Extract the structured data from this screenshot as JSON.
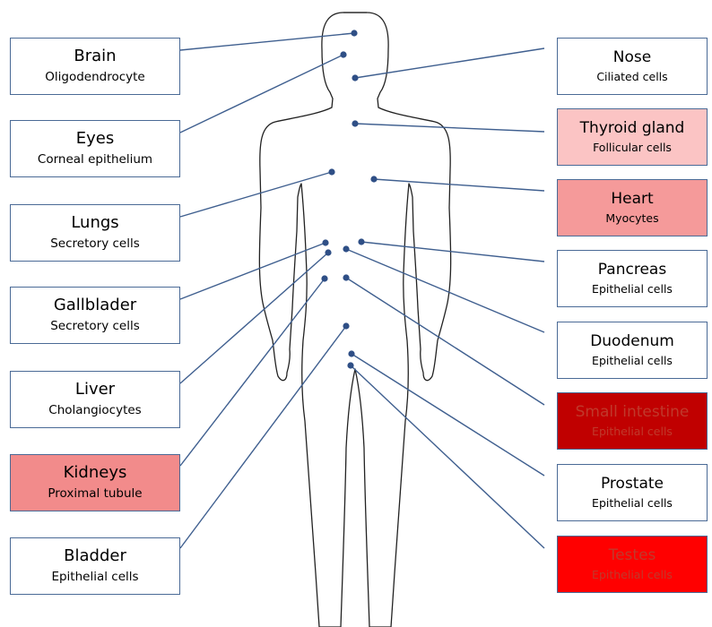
{
  "colors": {
    "line": "#3f5f8f",
    "dot": "#2f4f86",
    "body_outline": "#222222"
  },
  "left_labels": [
    {
      "organ": "Brain",
      "cell_type": "Oligodendrocyte",
      "fill": "#ffffff",
      "text_color": "#000000"
    },
    {
      "organ": "Eyes",
      "cell_type": "Corneal epithelium",
      "fill": "#ffffff",
      "text_color": "#000000"
    },
    {
      "organ": "Lungs",
      "cell_type": "Secretory cells",
      "fill": "#ffffff",
      "text_color": "#000000"
    },
    {
      "organ": "Gallblader",
      "cell_type": "Secretory cells",
      "fill": "#ffffff",
      "text_color": "#000000"
    },
    {
      "organ": "Liver",
      "cell_type": "Cholangiocytes",
      "fill": "#ffffff",
      "text_color": "#000000"
    },
    {
      "organ": "Kidneys",
      "cell_type": "Proximal tubule",
      "fill": "#f28b8b",
      "text_color": "#000000"
    },
    {
      "organ": "Bladder",
      "cell_type": "Epithelial cells",
      "fill": "#ffffff",
      "text_color": "#000000"
    }
  ],
  "right_labels": [
    {
      "organ": "Nose",
      "cell_type": "Ciliated cells",
      "fill": "#ffffff",
      "text_color": "#000000"
    },
    {
      "organ": "Thyroid gland",
      "cell_type": "Follicular cells",
      "fill": "#fbc4c4",
      "text_color": "#000000"
    },
    {
      "organ": "Heart",
      "cell_type": "Myocytes",
      "fill": "#f59a9a",
      "text_color": "#000000"
    },
    {
      "organ": "Pancreas",
      "cell_type": "Epithelial cells",
      "fill": "#ffffff",
      "text_color": "#000000"
    },
    {
      "organ": "Duodenum",
      "cell_type": "Epithelial cells",
      "fill": "#ffffff",
      "text_color": "#000000"
    },
    {
      "organ": "Small intestine",
      "cell_type": "Epithelial cells",
      "fill": "#c00000",
      "text_color": "#c0392b"
    },
    {
      "organ": "Prostate",
      "cell_type": "Epithelial cells",
      "fill": "#ffffff",
      "text_color": "#000000"
    },
    {
      "organ": "Testes",
      "cell_type": "Epithelial cells",
      "fill": "#ff0000",
      "text_color": "#c0392b"
    }
  ]
}
